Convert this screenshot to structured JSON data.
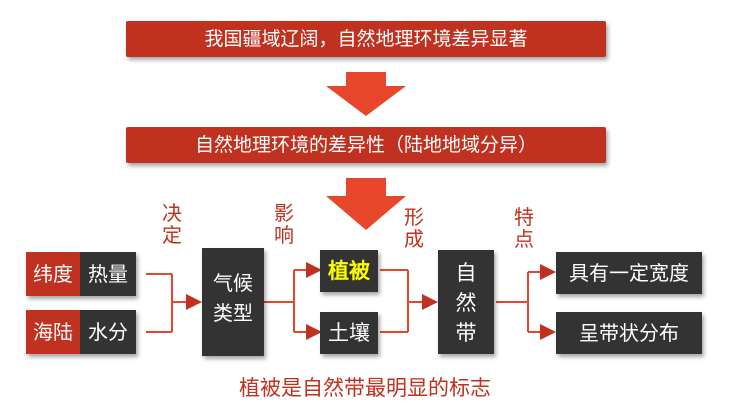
{
  "banner_top": "我国疆域辽阔，自然地理环境差异显著",
  "banner_mid": "自然地理环境的差异性（陆地地域分异）",
  "verbs": {
    "decide": "决定",
    "influence": "影响",
    "form": "形成",
    "traits": "特点"
  },
  "factors": [
    {
      "left": "纬度",
      "right": "热量"
    },
    {
      "left": "海陆",
      "right": "水分"
    }
  ],
  "climate_type": "气候类型",
  "vegetation": "植被",
  "soil": "土壤",
  "natural_zone": "自然带",
  "features": [
    "具有一定宽度",
    "呈带状分布"
  ],
  "footer": "植被是自然带最明显的标志",
  "colors": {
    "accent": "#c0311f",
    "dark": "#333333",
    "highlight": "#ffff00"
  }
}
